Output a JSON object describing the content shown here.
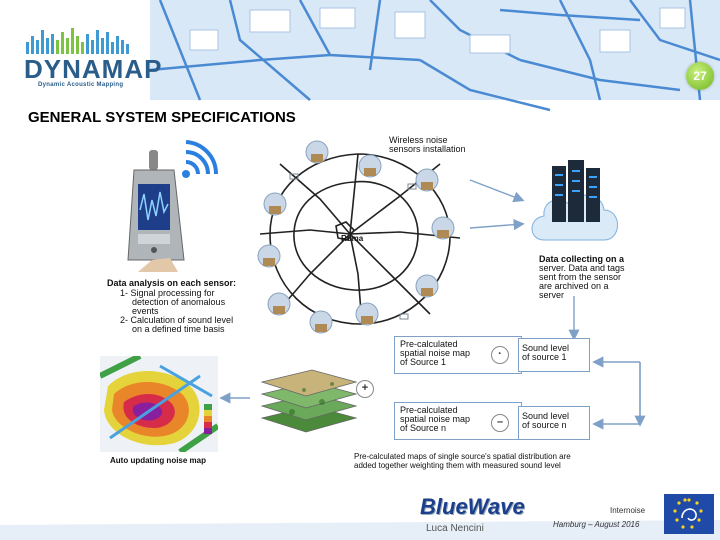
{
  "header": {
    "logo_name": "DYNAMAP",
    "logo_subtitle": "Dynamic Acoustic Mapping",
    "slide_number": "27",
    "title": "GENERAL SYSTEM SPECIFICATIONS"
  },
  "diagram": {
    "sensors_label_1": "Wireless noise",
    "sensors_label_2": "sensors installation",
    "sensor_analysis": {
      "heading": "Data analysis on each sensor:",
      "item1_a": "1- Signal processing for",
      "item1_b": "detection of anomalous",
      "item1_c": "events",
      "item2_a": "2- Calculation of sound level",
      "item2_b": "on a defined time basis"
    },
    "server": {
      "line1": "Data collecting on a",
      "line2": "server. Data and tags",
      "line3": "sent from the sensor",
      "line4": "are archived on a",
      "line5": "server"
    },
    "map_1": {
      "line1": "Pre-calculated",
      "line2": "spatial noise  map",
      "line3": "of Source 1"
    },
    "map_n": {
      "line1": "Pre-calculated",
      "line2": "spatial noise  map",
      "line3": "of Source n"
    },
    "sound_1": {
      "line1": "Sound level",
      "line2": "of source 1"
    },
    "sound_n": {
      "line1": "Sound level",
      "line2": "of source n"
    },
    "op_plus": "+",
    "op_dot": "·",
    "op_minus": "–",
    "maps_note_1": "Pre-calculated maps of single source's spatial distribution are",
    "maps_note_2": "added together weighting them with measured sound level",
    "auto_map": "Auto updating noise map",
    "city_center": "Roma"
  },
  "footer": {
    "bluewave": "BlueWave",
    "presenter": "Luca Nencini",
    "conference": "Internoise",
    "date": "Hamburg – August  2016"
  },
  "colors": {
    "brand_blue": "#2a5d8a",
    "accent_green": "#6fb51f",
    "map_blue": "#d6e6f7"
  }
}
